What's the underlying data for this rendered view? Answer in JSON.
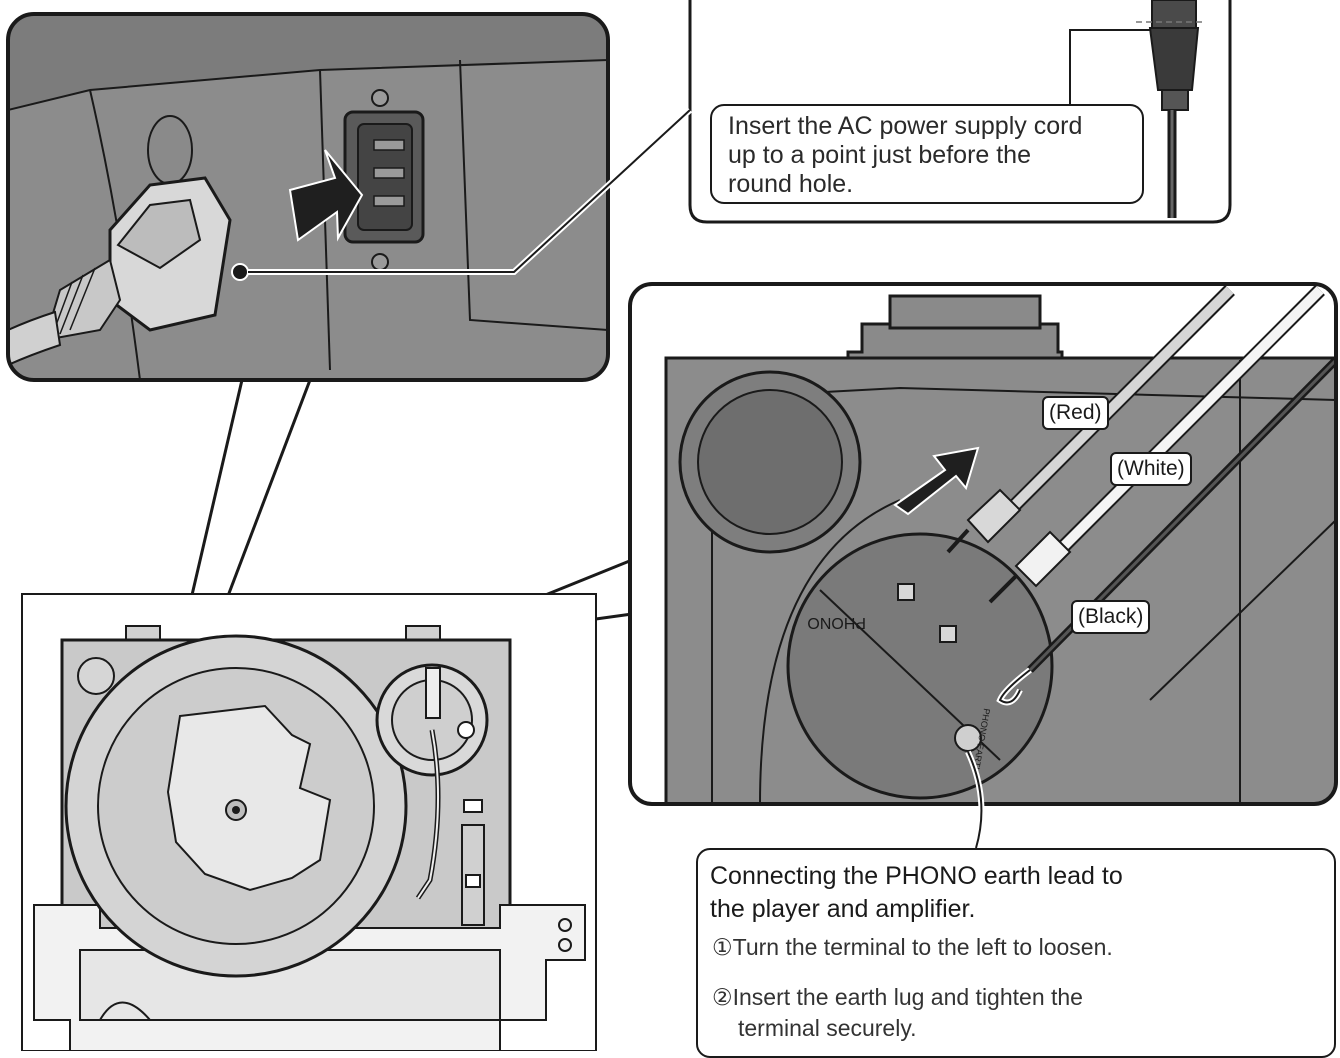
{
  "ac_note": {
    "lines": [
      "Insert the AC power supply cord",
      "up to a point just before the",
      "round hole."
    ]
  },
  "cable_tags": {
    "red": "(Red)",
    "white": "(White)",
    "black": "(Black)"
  },
  "earth_instructions": {
    "title_lines": [
      "Connecting the PHONO earth lead to",
      "the player and amplifier."
    ],
    "step1": "①Turn the terminal to the left to loosen.",
    "step2_line1": "②Insert the earth lug and tighten the",
    "step2_line2": "terminal securely."
  },
  "panel_labels": {
    "phono": "PHONO",
    "earth": "PHONO EARTH"
  },
  "colors": {
    "panel_gray": "#8a8a8a",
    "dark_gray": "#5e5e5e",
    "light_gray": "#cfcfcf",
    "outline": "#1a1a1a"
  }
}
